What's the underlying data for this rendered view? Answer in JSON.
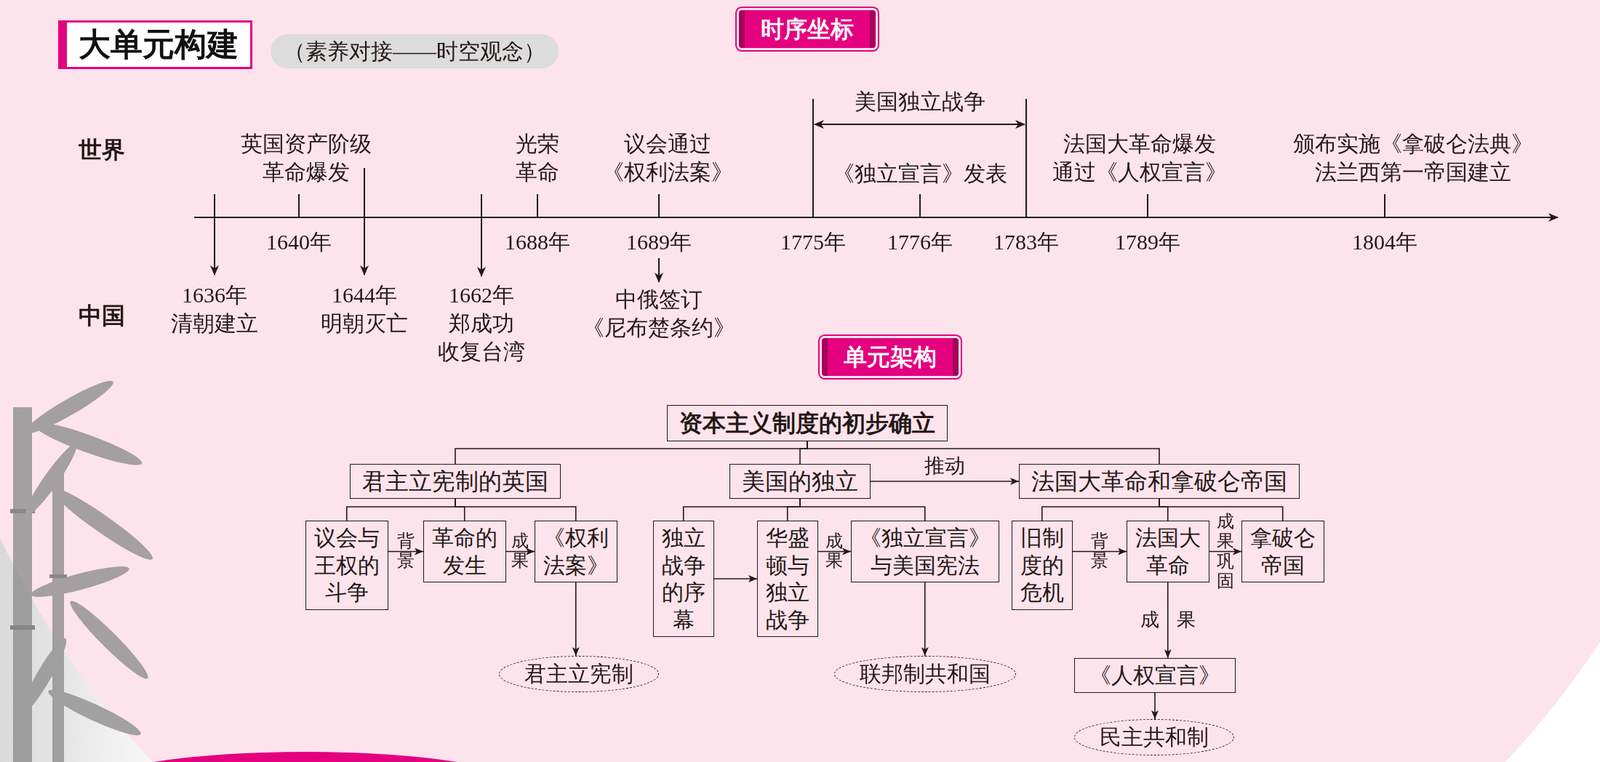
{
  "diagram": {
    "title": "大单元构建",
    "nodes": [
      {
        "text": [
          "时序坐标"
        ]
      },
      {
        "text": [
          "单元架构"
        ]
      },
      {
        "text": [
          "资本主义制度的初步确立"
        ]
      },
      {
        "text": [
          "君主立宪制的英国"
        ]
      },
      {
        "text": [
          "美国的独立"
        ]
      },
      {
        "text": [
          "法国大革命和拿破仑帝国"
        ]
      },
      {
        "text": [
          "议会与王权的斗争"
        ]
      },
      {
        "text": [
          "革命的发生"
        ]
      },
      {
        "text": [
          "《权利法案》"
        ]
      },
      {
        "text": [
          "君主立宪制"
        ]
      },
      {
        "text": [
          "独立战争的序幕"
        ]
      },
      {
        "text": [
          "华盛顿与独立战争"
        ]
      },
      {
        "text": [
          "《独立宣言》与美国宪法"
        ]
      },
      {
        "text": [
          "联邦制共和国"
        ]
      },
      {
        "text": [
          "旧制度的危机"
        ]
      },
      {
        "text": [
          "法国大革命"
        ]
      },
      {
        "text": [
          "拿破仑帝国"
        ]
      },
      {
        "text": [
          "《人权宣言》"
        ]
      },
      {
        "text": [
          "民主共和制"
        ]
      }
    ],
    "edges": [
      {
        "from": 2,
        "to": 3,
        "arrow": "none"
      },
      {
        "from": 2,
        "to": 4,
        "arrow": "none"
      },
      {
        "from": 2,
        "to": 5,
        "arrow": "none"
      },
      {
        "from": 4,
        "to": 5,
        "label": "推动",
        "arrow": "to"
      },
      {
        "from": 3,
        "to": 6,
        "arrow": "none"
      },
      {
        "from": 3,
        "to": 7,
        "arrow": "none"
      },
      {
        "from": 3,
        "to": 8,
        "arrow": "none"
      },
      {
        "from": 6,
        "to": 7,
        "label": "背景",
        "arrow": "to"
      },
      {
        "from": 7,
        "to": 8,
        "label": "成果",
        "arrow": "to"
      },
      {
        "from": 8,
        "to": 9,
        "arrow": "to"
      },
      {
        "from": 4,
        "to": 10,
        "arrow": "none"
      },
      {
        "from": 4,
        "to": 11,
        "arrow": "none"
      },
      {
        "from": 4,
        "to": 12,
        "arrow": "none"
      },
      {
        "from": 10,
        "to": 11,
        "arrow": "to"
      },
      {
        "from": 11,
        "to": 12,
        "label": "成果",
        "arrow": "to"
      },
      {
        "from": 12,
        "to": 13,
        "arrow": "to"
      },
      {
        "from": 5,
        "to": 14,
        "arrow": "none"
      },
      {
        "from": 5,
        "to": 15,
        "arrow": "none"
      },
      {
        "from": 5,
        "to": 16,
        "arrow": "none"
      },
      {
        "from": 14,
        "to": 15,
        "label": "背景",
        "arrow": "to"
      },
      {
        "from": 15,
        "to": 16,
        "label": "成果巩固",
        "arrow": "to"
      },
      {
        "from": 15,
        "to": 17,
        "label": "成果",
        "arrow": "to"
      },
      {
        "from": 17,
        "to": 18,
        "arrow": "to"
      }
    ],
    "labels": [
      "（素养对接——时空观念）",
      "世界",
      "中国",
      "英国资产阶级 革命爆发",
      "光荣 革命",
      "议会通过 《权利法案》",
      "美国独立战争",
      "《独立宣言》发表",
      "法国大革命爆发 通过《人权宣言》",
      "颁布实施《拿破仑法典》 法兰西第一帝国建立",
      "1640年",
      "1688年",
      "1689年",
      "1775年",
      "1776年",
      "1783年",
      "1789年",
      "1804年",
      "1636年 清朝建立",
      "1644年 明朝灭亡",
      "1662年 郑成功 收复台湾",
      "中俄签订 《尼布楚条约》"
    ]
  }
}
